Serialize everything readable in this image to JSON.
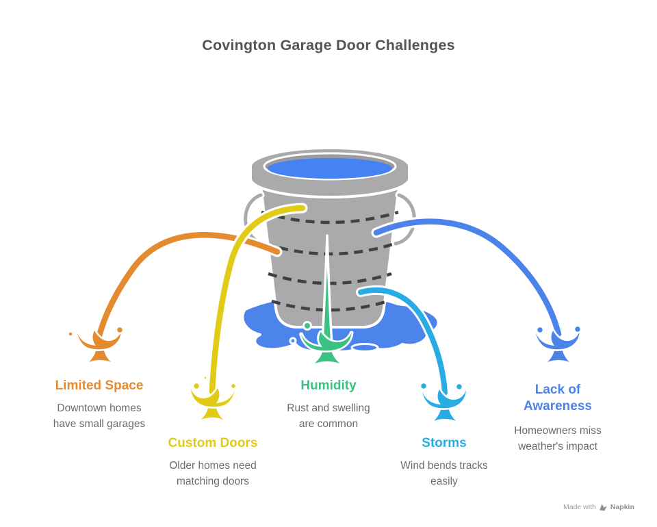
{
  "title": "Covington Garage Door Challenges",
  "diagram": {
    "type": "leaky-bucket-metaphor",
    "bucket": {
      "fill_color": "#AAAAAC",
      "water_color": "#4583F2",
      "puddle_color": "#4C84EC"
    },
    "items": [
      {
        "id": "limited-space",
        "title": "Limited Space",
        "title_lines": [
          "Limited Space"
        ],
        "description": "Downtown homes have small garages",
        "desc_lines": [
          "Downtown homes",
          "have small garages"
        ],
        "color": "#E48A2F",
        "position": "far-left"
      },
      {
        "id": "custom-doors",
        "title": "Custom Doors",
        "title_lines": [
          "Custom Doors"
        ],
        "description": "Older homes need matching doors",
        "desc_lines": [
          "Older homes need",
          "matching doors"
        ],
        "color": "#E2CB16",
        "position": "mid-left"
      },
      {
        "id": "humidity",
        "title": "Humidity",
        "title_lines": [
          "Humidity"
        ],
        "description": "Rust and swelling are common",
        "desc_lines": [
          "Rust and swelling",
          "are common"
        ],
        "color": "#3CC184",
        "position": "center"
      },
      {
        "id": "storms",
        "title": "Storms",
        "title_lines": [
          "Storms"
        ],
        "description": "Wind bends tracks easily",
        "desc_lines": [
          "Wind bends tracks",
          "easily"
        ],
        "color": "#29ACE3",
        "position": "mid-right"
      },
      {
        "id": "lack-of-awareness",
        "title": "Lack of Awareness",
        "title_lines": [
          "Lack of",
          "Awareness"
        ],
        "description": "Homeowners miss weather's impact",
        "desc_lines": [
          "Homeowners miss",
          "weather's impact"
        ],
        "color": "#4C83EB",
        "position": "far-right"
      }
    ]
  },
  "watermark": {
    "prefix": "Made with",
    "brand": "Napkin"
  }
}
